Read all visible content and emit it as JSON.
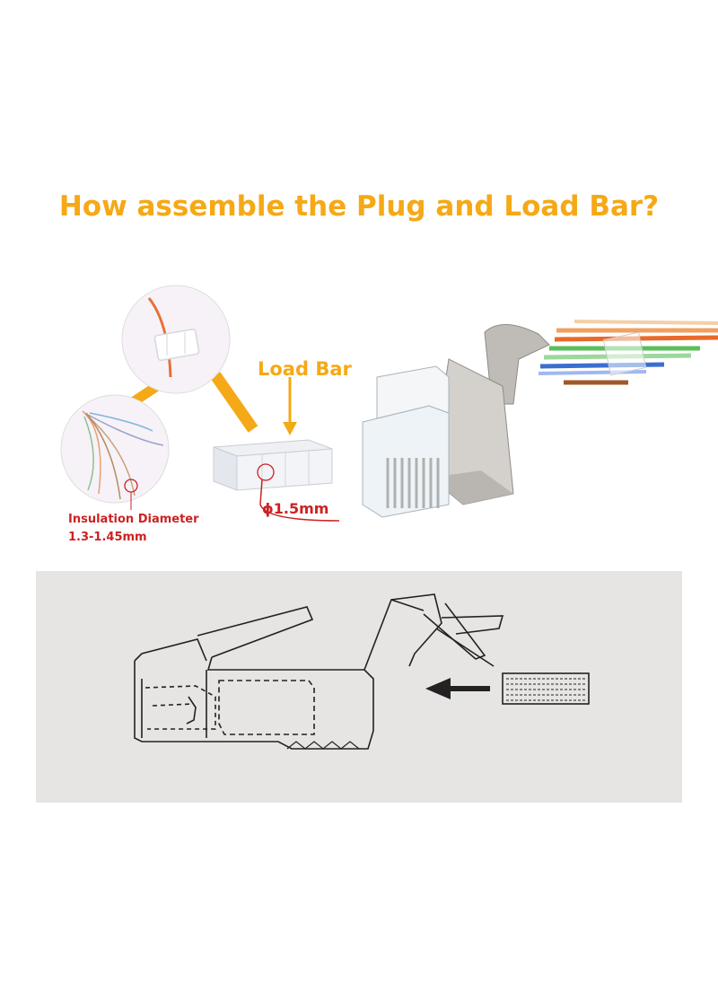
{
  "title": "How assemble the Plug and Load Bar?",
  "labels": {
    "load_bar": "Load Bar",
    "diameter": "ϕ1.5mm",
    "insulation_line1": "Insulation Diameter",
    "insulation_line2": "1.3-1.45mm"
  },
  "colors": {
    "accent": "#f5a916",
    "callout_red": "#cc2222",
    "panel_bg": "#e7e4e4",
    "line_drawing": "#222222"
  }
}
